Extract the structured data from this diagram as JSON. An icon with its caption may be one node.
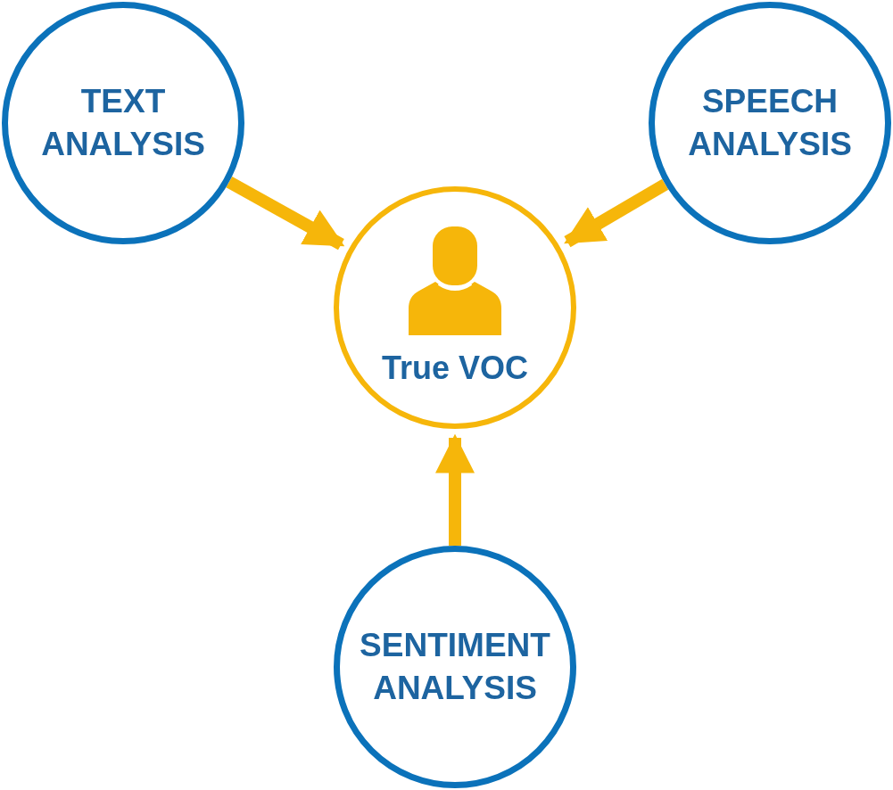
{
  "diagram": {
    "nodes": [
      {
        "text": [
          "TEXT ANALYSIS"
        ]
      },
      {
        "text": [
          "SPEECH ANALYSIS"
        ]
      },
      {
        "text": [
          "True VOC"
        ]
      },
      {
        "text": [
          "SENTIMENT ANALYSIS"
        ]
      }
    ],
    "edges": [
      {
        "from": 0,
        "to": 2,
        "arrow": "to"
      },
      {
        "from": 1,
        "to": 2,
        "arrow": "to"
      },
      {
        "from": 3,
        "to": 2,
        "arrow": "to"
      }
    ]
  }
}
